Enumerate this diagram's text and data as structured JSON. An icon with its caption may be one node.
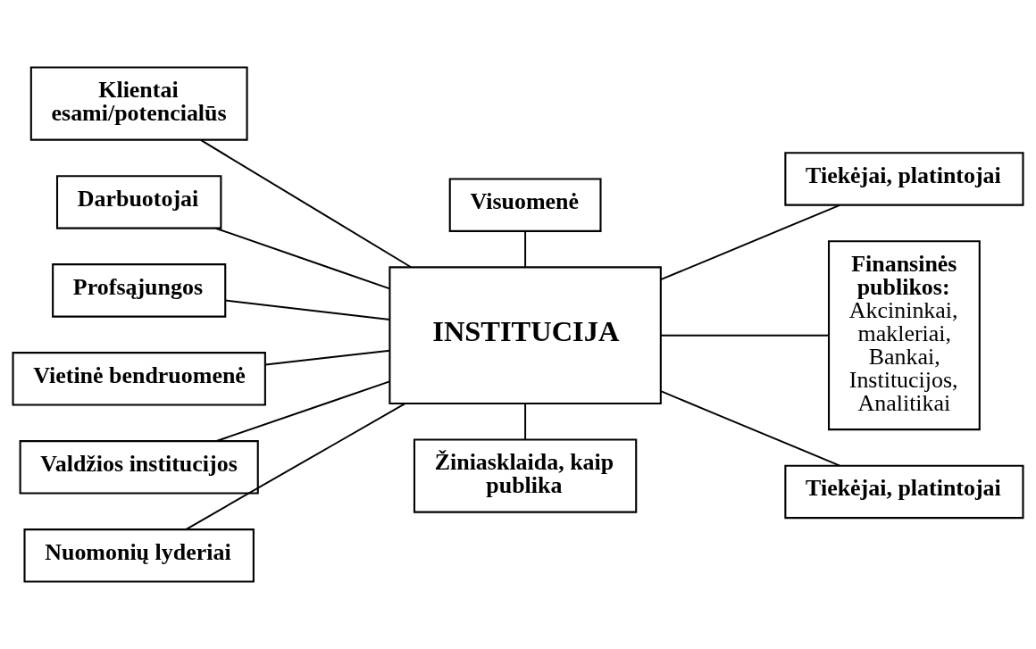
{
  "diagram": {
    "nodes": [
      {
        "text": [
          "Visuomenė"
        ]
      },
      {
        "text": [
          "Klientai esami/potencialūs"
        ]
      },
      {
        "text": [
          "Tiekėjai, platintojai"
        ]
      },
      {
        "text": [
          "Darbuotojai"
        ]
      },
      {
        "text": [
          "Finansinės publikos:",
          "Akcininkai, makleriai, Bankai, Institucijos, Analitikai"
        ]
      },
      {
        "text": [
          "Profsąjungos"
        ]
      },
      {
        "text": [
          "INSTITUCIJA"
        ]
      },
      {
        "text": [
          "Vietinė bendruomenė"
        ]
      },
      {
        "text": [
          "Valdžios institucijos"
        ]
      },
      {
        "text": [
          "Tiekėjai, platintojai"
        ]
      },
      {
        "text": [
          "Nuomonių lyderiai"
        ]
      },
      {
        "text": [
          "Žiniasklaida, kaip publika"
        ]
      }
    ],
    "edges": [
      {
        "from": 0,
        "to": 6,
        "arrow": "none"
      },
      {
        "from": 1,
        "to": 6,
        "arrow": "none"
      },
      {
        "from": 6,
        "to": 2,
        "arrow": "none"
      },
      {
        "from": 3,
        "to": 6,
        "arrow": "none"
      },
      {
        "from": 6,
        "to": 4,
        "arrow": "none"
      },
      {
        "from": 5,
        "to": 6,
        "arrow": "none"
      },
      {
        "from": 7,
        "to": 6,
        "arrow": "none"
      },
      {
        "from": 8,
        "to": 6,
        "arrow": "none"
      },
      {
        "from": 6,
        "to": 9,
        "arrow": "none"
      },
      {
        "from": 10,
        "to": 6,
        "arrow": "none"
      },
      {
        "from": 6,
        "to": 11,
        "arrow": "none"
      }
    ]
  }
}
